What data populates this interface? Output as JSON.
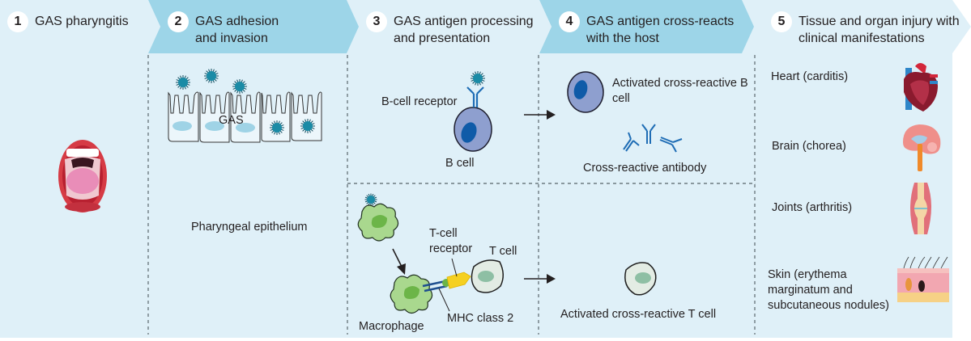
{
  "figure": {
    "colors": {
      "light_panel": "#dff0f8",
      "dark_header": "#9dd5e8",
      "dashed_line": "#6d7a80",
      "gas_bacterium": "#1a8ba6",
      "b_cell": "#8e9fcf",
      "b_cell_nucleus": "#0f5ba8",
      "antibody": "#1f6db5",
      "macrophage": "#a9d88e",
      "t_cell": "#e3ece4",
      "t_cell_nucleus": "#8ebfa4",
      "tcr": "#f5d021",
      "mhc": "#1f4f8f"
    },
    "steps": [
      {
        "number": "1",
        "title": "GAS pharyngitis"
      },
      {
        "number": "2",
        "title": "GAS adhesion and invasion"
      },
      {
        "number": "3",
        "title": "GAS antigen processing and presentation"
      },
      {
        "number": "4",
        "title": "GAS antigen cross-reacts with the host"
      },
      {
        "number": "5",
        "title": "Tissue and organ injury with clinical manifestations"
      }
    ],
    "step1": {
      "illustration": "open-mouth-icon"
    },
    "step2": {
      "gas_label": "GAS",
      "epithelium_label": "Pharyngeal epithelium"
    },
    "step3": {
      "b_cell_receptor_label": "B-cell receptor",
      "b_cell_label": "B cell",
      "t_cell_receptor_label": "T-cell receptor",
      "t_cell_label": "T cell",
      "mhc_label": "MHC class 2",
      "macrophage_label": "Macrophage"
    },
    "step4": {
      "activated_b_cell_label": "Activated cross-reactive B cell",
      "antibody_label": "Cross-reactive antibody",
      "activated_t_cell_label": "Activated cross-reactive T cell"
    },
    "step5": {
      "manifestations": [
        {
          "label": "Heart (carditis)",
          "icon": "heart-icon"
        },
        {
          "label": "Brain (chorea)",
          "icon": "brain-icon"
        },
        {
          "label": "Joints (arthritis)",
          "icon": "joint-icon"
        },
        {
          "label": "Skin (erythema marginatum and subcutaneous nodules)",
          "icon": "skin-icon"
        }
      ]
    }
  }
}
